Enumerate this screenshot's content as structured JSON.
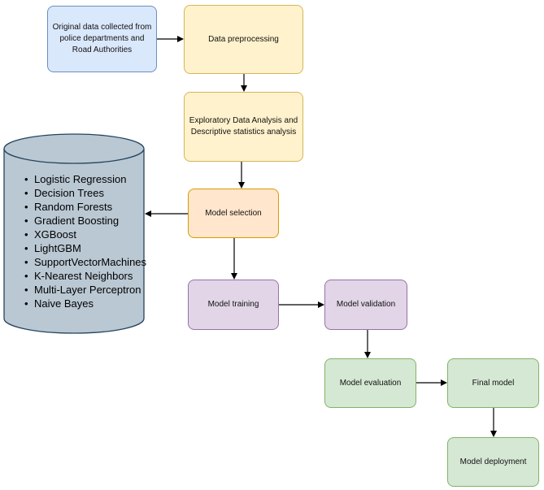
{
  "colors": {
    "blue_fill": "#dae8fc",
    "blue_stroke": "#6c8ebf",
    "yellow_fill": "#fff2cc",
    "yellow_stroke": "#d6b656",
    "orange_fill": "#ffe6cc",
    "orange_stroke": "#d79b00",
    "purple_fill": "#e1d5e7",
    "purple_stroke": "#9673a6",
    "green_fill": "#d5e8d4",
    "green_stroke": "#82b366",
    "cylinder_fill": "#bac8d3",
    "cylinder_stroke": "#23445d",
    "arrow": "#000000"
  },
  "nodes": {
    "original_data": "Original data collected from\npolice departments and\nRoad Authorities",
    "preprocessing": "Data preprocessing",
    "eda": "Exploratory Data Analysis and\nDescriptive statistics analysis",
    "model_selection": "Model selection",
    "model_training": "Model training",
    "model_validation": "Model validation",
    "model_evaluation": "Model evaluation",
    "final_model": "Final model",
    "model_deployment": "Model deployment"
  },
  "models": [
    "Logistic Regression",
    "Decision Trees",
    "Random Forests",
    "Gradient Boosting",
    "XGBoost",
    "LightGBM",
    "SupportVectorMachines",
    "K-Nearest Neighbors",
    "Multi-Layer Perceptron",
    "Naive Bayes"
  ]
}
